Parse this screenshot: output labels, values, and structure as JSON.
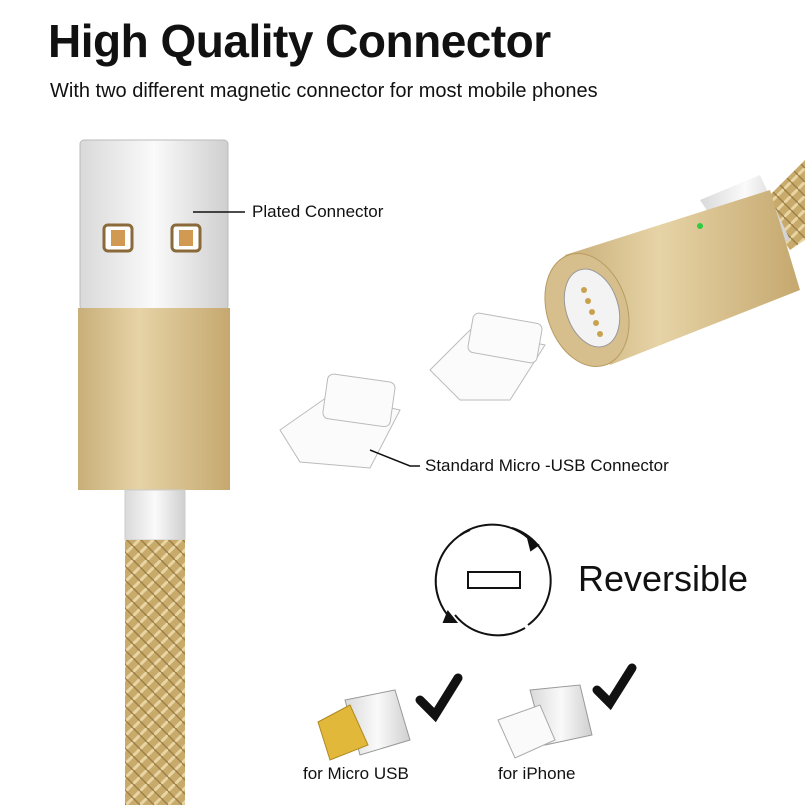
{
  "title": "High Quality Connector",
  "subtitle": "With two different magnetic connector for most mobile phones",
  "callouts": {
    "plated": "Plated Connector",
    "micro": "Standard Micro -USB Connector"
  },
  "reversible": "Reversible",
  "compat": [
    {
      "label": "for Micro USB",
      "icon": "check-icon"
    },
    {
      "label": "for iPhone",
      "icon": "check-icon"
    }
  ],
  "colors": {
    "gold": "#d8c08a",
    "braid": "#c9ac6c",
    "led": "#2ecc40"
  }
}
